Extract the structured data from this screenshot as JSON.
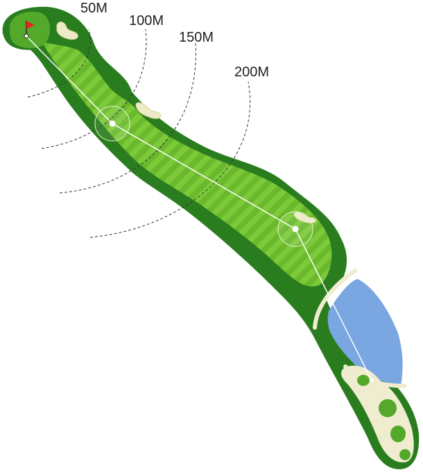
{
  "hole_map": {
    "distance_markers": [
      {
        "label": "50M"
      },
      {
        "label": "100M"
      },
      {
        "label": "150M"
      },
      {
        "label": "200M"
      }
    ],
    "colors": {
      "rough": "#2a7d1e",
      "fairway": "#6ab82c",
      "fairway_stripe": "#7cc93a",
      "green": "#55a92a",
      "bunker": "#ecebc5",
      "water": "#7aa7e1",
      "cart_path": "#efeccf",
      "flag": "#e52420",
      "shot_line": "#ffffff"
    }
  }
}
